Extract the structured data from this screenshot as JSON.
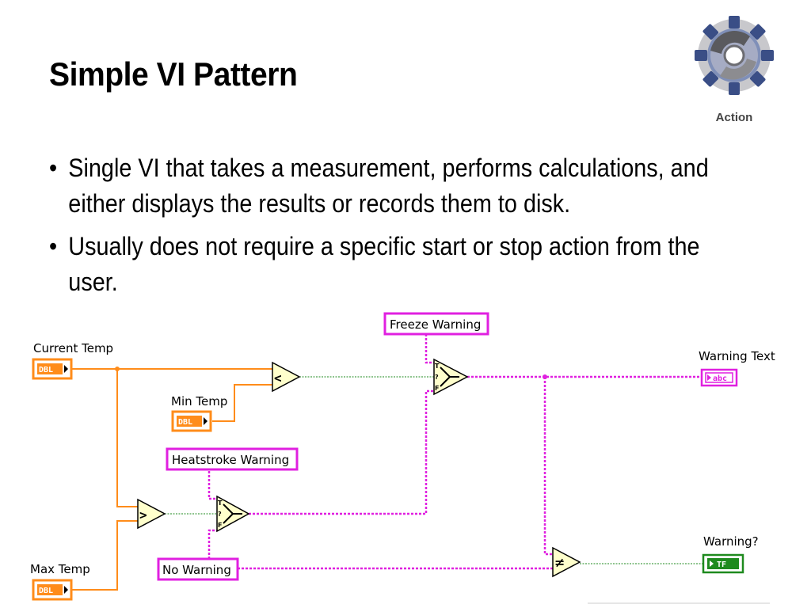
{
  "slide": {
    "title": "Simple VI Pattern",
    "bullets": [
      "Single VI that takes a measurement, performs calculations, and either displays the results or records them to disk.",
      "Usually does not require a specific start or stop action from the user."
    ],
    "badge": {
      "label": "Action",
      "icon": "gear-icon"
    }
  },
  "diagram": {
    "labels": {
      "current_temp": "Current Temp",
      "min_temp": "Min Temp",
      "max_temp": "Max Temp",
      "warning_text": "Warning Text",
      "warning_bool": "Warning?"
    },
    "constants": {
      "freeze_warning": "Freeze Warning",
      "heatstroke_warning": "Heatstroke Warning",
      "no_warning": "No Warning"
    },
    "terminals": {
      "dbl": "DBL",
      "abc": "abc",
      "tf": "TF"
    },
    "operators": {
      "less_than": "<",
      "greater_than": ">",
      "not_equal": "≠",
      "select_true": "T",
      "select_question": "?",
      "select_false": "F"
    },
    "colors": {
      "numeric_wire": "#ff8c1a",
      "string_wire": "#e020e0",
      "boolean_wire": "#1e8a1e",
      "node_fill": "#ffffcc"
    }
  }
}
